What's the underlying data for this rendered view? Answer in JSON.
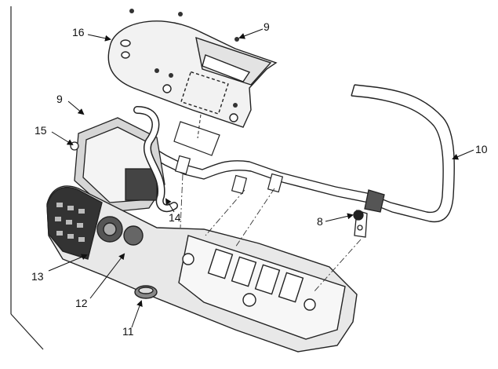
{
  "diagram": {
    "callouts": [
      {
        "id": "c16",
        "label": "16"
      },
      {
        "id": "c9a",
        "label": "9"
      },
      {
        "id": "c9b",
        "label": "9"
      },
      {
        "id": "c15",
        "label": "15"
      },
      {
        "id": "c10",
        "label": "10"
      },
      {
        "id": "c8",
        "label": "8"
      },
      {
        "id": "c14",
        "label": "14"
      },
      {
        "id": "c13",
        "label": "13"
      },
      {
        "id": "c12",
        "label": "12"
      },
      {
        "id": "c11",
        "label": "11"
      }
    ]
  }
}
